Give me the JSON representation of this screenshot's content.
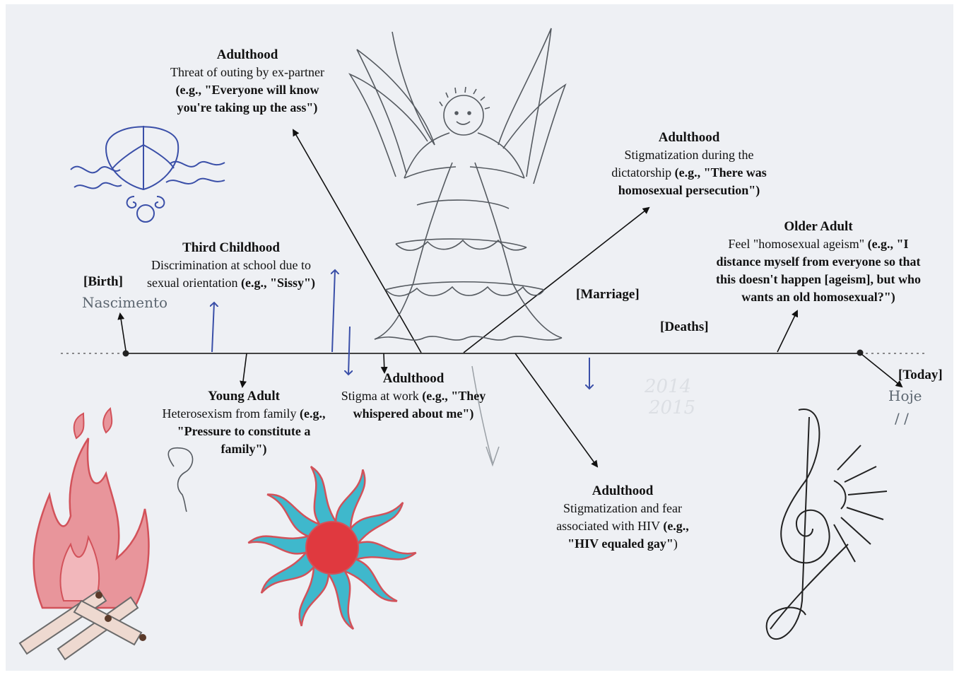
{
  "timeline": {
    "start_label": "[Birth]",
    "start_handwritten": "Nascimento",
    "end_label": "[Today]",
    "end_handwritten": "Hoje",
    "end_date_mark": "/ /",
    "events": [
      {
        "id": "adulthood-outing",
        "stage": "Adulthood",
        "lines": [
          "Threat of outing by ex-partner"
        ],
        "bold_lines": [
          "(e.g., \"Everyone will know",
          "you're taking up the ass\")"
        ]
      },
      {
        "id": "third-childhood",
        "stage": "Third Childhood",
        "line1": "Discrimination at school due to",
        "line2_plain": "sexual orientation ",
        "line2_bold": "(e.g., \"Sissy\")"
      },
      {
        "id": "young-adult",
        "stage": "Young Adult",
        "line1_plain": "Heterosexism from family ",
        "line1_bold": "(e.g.,",
        "bold_lines": [
          "\"Pressure to constitute a",
          "family\")"
        ]
      },
      {
        "id": "adulthood-work",
        "stage": "Adulthood",
        "line1_plain": "Stigma at work ",
        "line1_bold": "(e.g., \"They",
        "line2": "whispered about me\")"
      },
      {
        "id": "adulthood-dictatorship",
        "stage": "Adulthood",
        "line1": "Stigmatization during the",
        "line2_plain": "dictatorship ",
        "line2_bold": "(e.g., \"There was",
        "line3": "homosexual persecution\")"
      },
      {
        "id": "older-adult",
        "stage": "Older Adult",
        "line1_plain": "Feel \"homosexual ageism\" ",
        "line1_bold": "(e.g., \"I",
        "bold_lines": [
          "distance myself from everyone so that",
          "this doesn't happen [ageism], but who",
          "wants an old homosexual?\")"
        ]
      },
      {
        "id": "adulthood-hiv",
        "stage": "Adulthood",
        "line1": "Stigmatization and fear",
        "line2_plain": "associated with HIV ",
        "line2_bold": "(e.g.,",
        "line3_bold": "\"HIV equaled gay\""
      }
    ],
    "markers": {
      "marriage": "[Marriage]",
      "deaths": "[Deaths]"
    }
  },
  "faded_handwriting": [
    "2014",
    "2015"
  ],
  "drawings": [
    "wave-flower-icon",
    "angel-icon",
    "campfire-icon",
    "question-mark-icon",
    "sun-icon",
    "treble-clef-icon"
  ],
  "colors": {
    "pencil": "#555a60",
    "ink_blue": "#3a4fa8",
    "fire_red": "#d2525a",
    "sun_cyan": "#3fb8cc",
    "arrow": "#111111",
    "paper": "#eef0f4"
  }
}
